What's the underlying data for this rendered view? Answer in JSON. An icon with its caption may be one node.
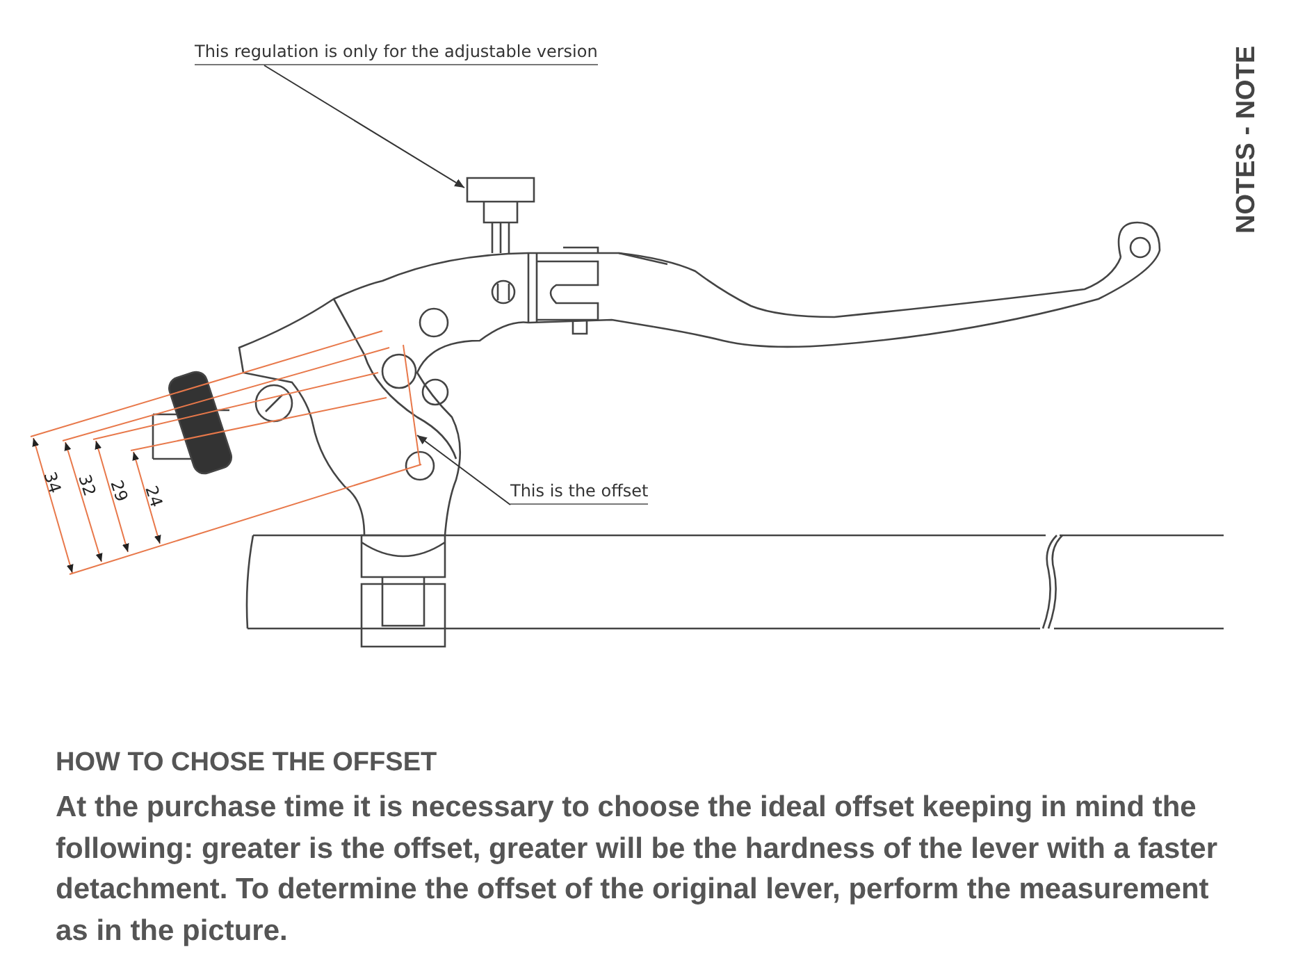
{
  "diagram": {
    "title": "HOW TO CHOSE THE OFFSET",
    "caption": "At the purchase time it is necessary to choose the ideal offset keeping in mind the following: greater is the offset, greater will be the hardness of the lever with a faster detachment. To determine the offset of the original lever, perform the measurement as in the picture.",
    "nodes": [
      {
        "text": [
          "This regulation is only for the adjustable version"
        ]
      },
      {
        "text": [],
        "shape": "picture"
      },
      {
        "text": [
          "This is the offset"
        ]
      }
    ],
    "edges": [
      {
        "from": 0,
        "to": 1,
        "arrow": "to"
      },
      {
        "from": 2,
        "to": null,
        "arrow": "to"
      }
    ],
    "labels": [
      "34",
      "32",
      "29",
      "24",
      "NOTES - NOTE"
    ]
  }
}
